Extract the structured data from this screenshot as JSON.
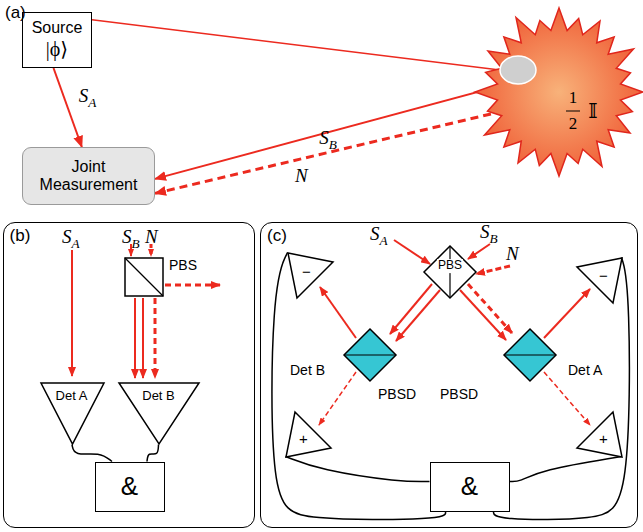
{
  "diagram": {
    "nodes": [
      {
        "text": [
          "Source",
          "|ϕ⟩"
        ]
      },
      {
        "text": [
          "Joint Measurement"
        ]
      },
      {
        "text": [
          "1",
          "2",
          "𝕀"
        ]
      },
      {
        "text": [
          "(b)"
        ]
      },
      {
        "text": [
          "Det A"
        ],
        "in": 3
      },
      {
        "text": [
          "Det B"
        ],
        "in": 3
      },
      {
        "text": [
          "&"
        ],
        "in": 3
      },
      {
        "text": [
          "(c)"
        ]
      },
      {
        "text": [
          "−"
        ],
        "in": 7
      },
      {
        "text": [
          "+"
        ],
        "in": 7
      },
      {
        "text": [
          "−"
        ],
        "in": 7
      },
      {
        "text": [
          "+"
        ],
        "in": 7
      },
      {
        "text": [
          "&"
        ],
        "in": 7
      }
    ],
    "edges": [
      {
        "from": 0,
        "to": 1,
        "arrow": "to",
        "label": "SA"
      },
      {
        "from": 0,
        "to": 2,
        "arrow": "none"
      },
      {
        "from": 2,
        "to": 1,
        "arrow": "to",
        "label": "SB"
      },
      {
        "from": 2,
        "to": 1,
        "arrow": "to",
        "label": "N"
      },
      {
        "from": 4,
        "to": 6,
        "arrow": "none"
      },
      {
        "from": 5,
        "to": 6,
        "arrow": "none"
      },
      {
        "from": 8,
        "to": 12,
        "arrow": "none"
      },
      {
        "from": 9,
        "to": 12,
        "arrow": "none"
      },
      {
        "from": 10,
        "to": 12,
        "arrow": "none"
      },
      {
        "from": 11,
        "to": 12,
        "arrow": "none"
      }
    ],
    "labels": [
      "(a)",
      "SA",
      "SB",
      "N",
      "PBS",
      "SA",
      "SB",
      "N",
      "PBS",
      "Det B",
      "Det A",
      "PBSD",
      "PBSD"
    ]
  }
}
